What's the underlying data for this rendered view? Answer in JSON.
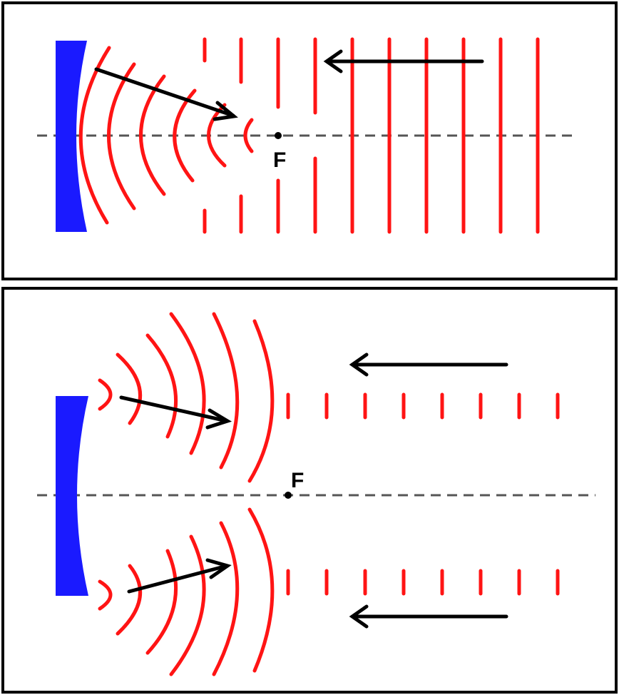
{
  "colors": {
    "mirror": "#1a1aff",
    "wavefront": "#ff1414",
    "arrow": "#000000",
    "axis": "#555555",
    "frame": "#000000"
  },
  "panels": [
    {
      "name": "top-panel",
      "focus_label": "F"
    },
    {
      "name": "bottom-panel",
      "focus_label": "F"
    }
  ]
}
